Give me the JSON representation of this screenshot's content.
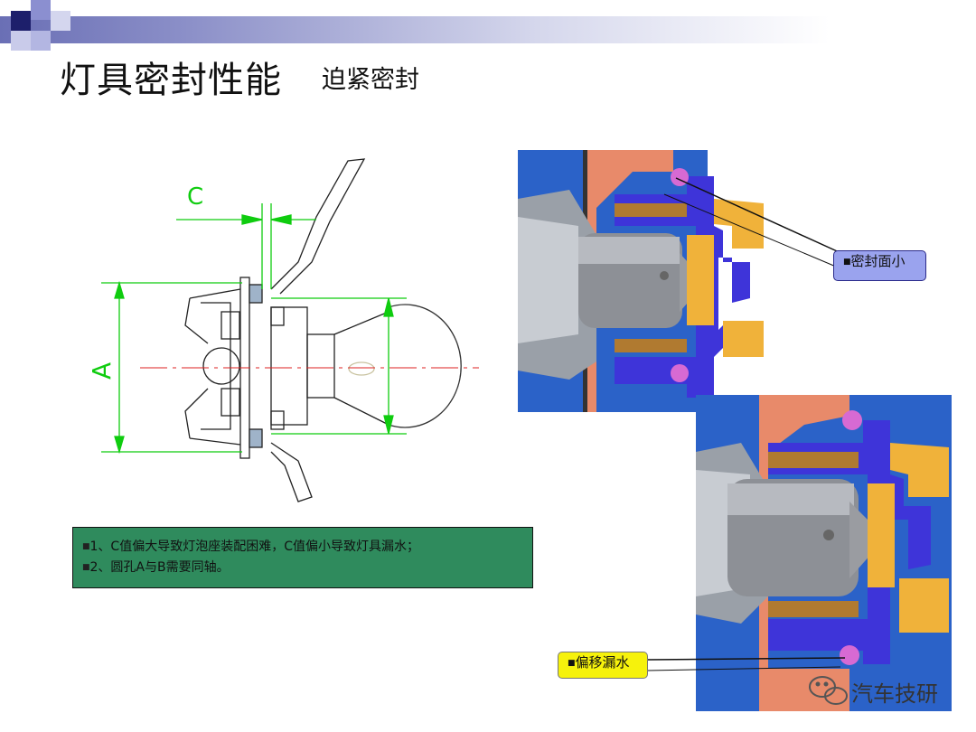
{
  "header": {
    "title": "灯具密封性能",
    "subtitle": "迫紧密封"
  },
  "drawing": {
    "label_c": "C",
    "label_a": "A"
  },
  "notes": {
    "items": [
      "1、C值偏大导致灯泡座装配困难，C值偏小导致灯具漏水；",
      "2、圆孔A与B需要同轴。"
    ]
  },
  "callouts": {
    "seal_small": "密封面小",
    "offset_leak": "偏移漏水"
  },
  "watermark": {
    "text": "汽车技研",
    "icon": "wechat-icon"
  },
  "colors": {
    "notes_bg": "#2f8b5d",
    "callout_blue": "#9aa3ee",
    "callout_yellow": "#f6f20c",
    "seal_pink": "#d76ad3",
    "housing_blue": "#3e34d9",
    "gasket_orange": "#f0b23a",
    "reflector_salmon": "#e88a6a"
  }
}
